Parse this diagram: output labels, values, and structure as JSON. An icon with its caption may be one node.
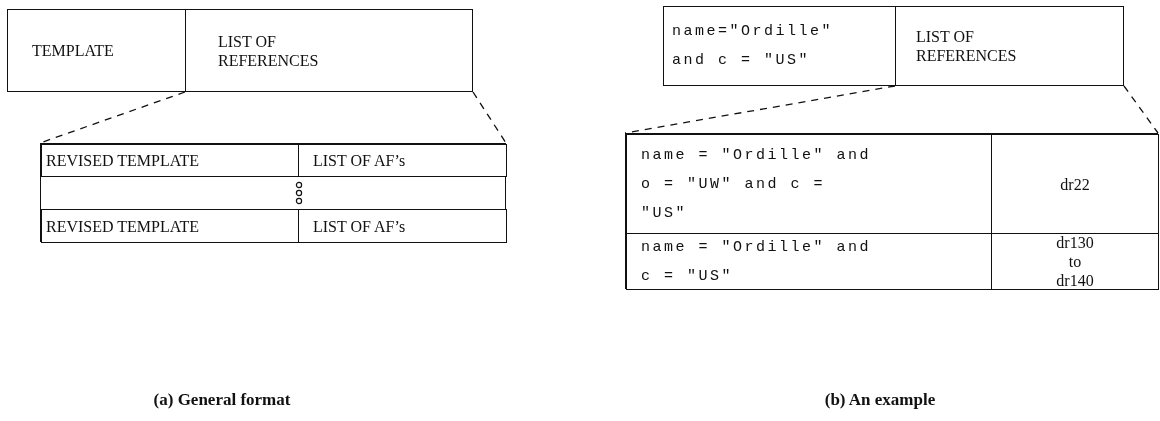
{
  "diagram": {
    "nodes": [
      {
        "text": [
          "TEMPLATE"
        ]
      },
      {
        "text": [
          "LIST OF REFERENCES"
        ]
      },
      {
        "text": [],
        "shape": "box"
      },
      {
        "text": [
          "REVISED TEMPLATE"
        ],
        "in": 2
      },
      {
        "text": [
          "LIST OF AF’s"
        ],
        "in": 2
      },
      {
        "text": [
          "REVISED TEMPLATE"
        ],
        "in": 2
      },
      {
        "text": [
          "LIST OF AF’s"
        ],
        "in": 2
      },
      {
        "text": [
          "name=\"Ordille\" and c = \"US\""
        ]
      },
      {
        "text": [
          "LIST OF REFERENCES"
        ]
      },
      {
        "text": [],
        "shape": "box"
      },
      {
        "text": [
          "name = \"Ordille\" and o = \"UW\" and c = \"US\""
        ],
        "in": 9
      },
      {
        "text": [
          "dr22"
        ],
        "in": 9
      },
      {
        "text": [
          "name = \"Ordille\" and c = \"US\""
        ],
        "in": 9
      },
      {
        "text": [
          "dr130 to dr140"
        ],
        "in": 9
      }
    ],
    "edges": [
      {
        "from": 1,
        "to": 2,
        "arrow": "none",
        "style": "dashed"
      },
      {
        "from": 1,
        "to": 2,
        "arrow": "none",
        "style": "dashed"
      },
      {
        "from": 8,
        "to": 9,
        "arrow": "none",
        "style": "dashed"
      },
      {
        "from": 8,
        "to": 9,
        "arrow": "none",
        "style": "dashed"
      }
    ],
    "labels": [
      "(a) General format",
      "(b) An example"
    ]
  }
}
